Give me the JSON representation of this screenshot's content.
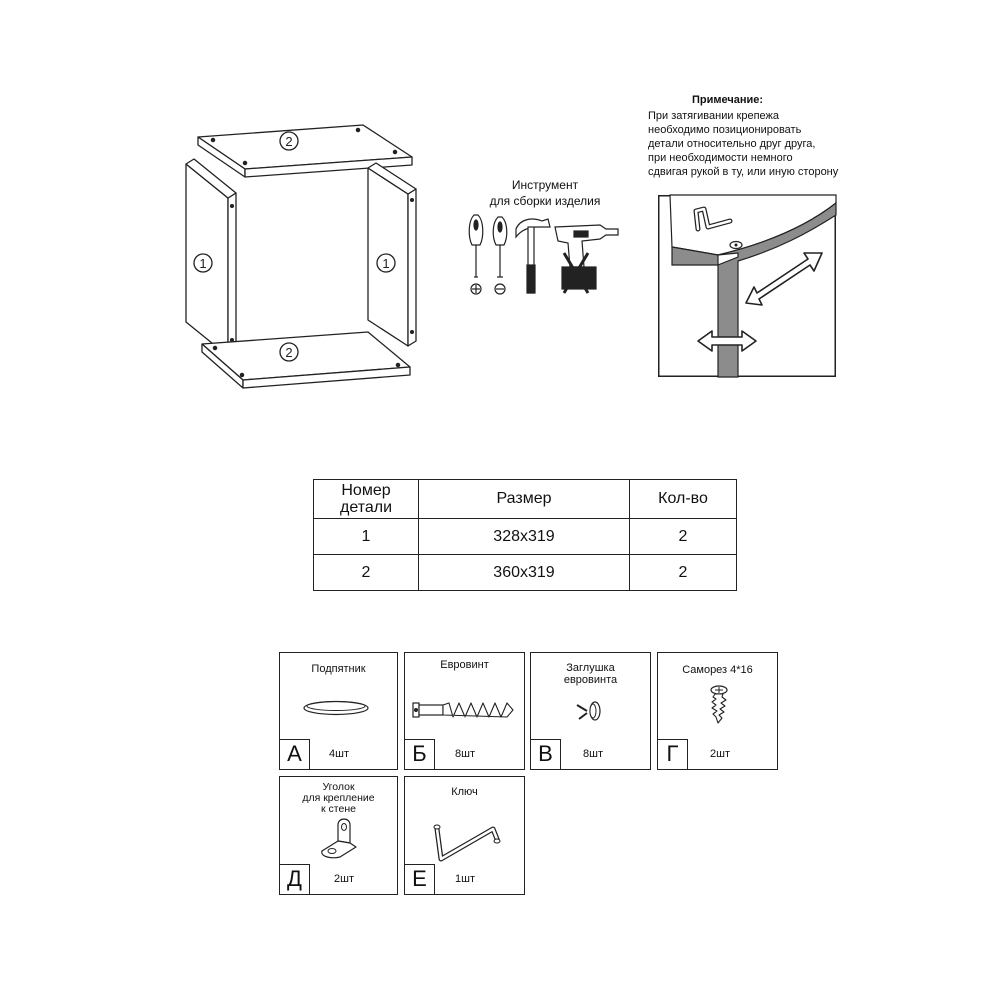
{
  "assembly": {
    "labels": {
      "side_left": "1",
      "side_right": "1",
      "top": "2",
      "bottom": "2"
    }
  },
  "tools": {
    "caption_line1": "Инструмент",
    "caption_line2": "для сборки изделия",
    "items": [
      "phillips-screwdriver-icon",
      "flat-screwdriver-icon",
      "hammer-icon",
      "power-drill-crossed-icon"
    ]
  },
  "note": {
    "title": "Примечание:",
    "lines": [
      "При затягивании крепежа",
      "необходимо позиционировать",
      "детали относительно друг друга,",
      "при необходимости немного",
      "сдвигая рукой в ту, или иную сторону"
    ]
  },
  "parts_table": {
    "header": {
      "number": "Номер детали",
      "size": "Размер",
      "qty": "Кол-во"
    },
    "rows": [
      {
        "number": "1",
        "size": "328x319",
        "qty": "2"
      },
      {
        "number": "2",
        "size": "360x319",
        "qty": "2"
      }
    ]
  },
  "hardware": [
    {
      "letter": "А",
      "name": "Подпятник",
      "qty": "4шт",
      "icon": "foot-pad-icon"
    },
    {
      "letter": "Б",
      "name": "Евровинт",
      "qty": "8шт",
      "icon": "euro-screw-icon"
    },
    {
      "letter": "В",
      "name_line1": "Заглушка",
      "name_line2": "евровинта",
      "qty": "8шт",
      "icon": "screw-cap-icon"
    },
    {
      "letter": "Г",
      "name": "Саморез 4*16",
      "qty": "2шт",
      "icon": "self-tapping-screw-icon"
    },
    {
      "letter": "Д",
      "name_line1": "Уголок",
      "name_line2": "для крепление",
      "name_line3": "к стене",
      "qty": "2шт",
      "icon": "wall-bracket-icon"
    },
    {
      "letter": "Е",
      "name": "Ключ",
      "qty": "1шт",
      "icon": "hex-key-icon"
    }
  ]
}
